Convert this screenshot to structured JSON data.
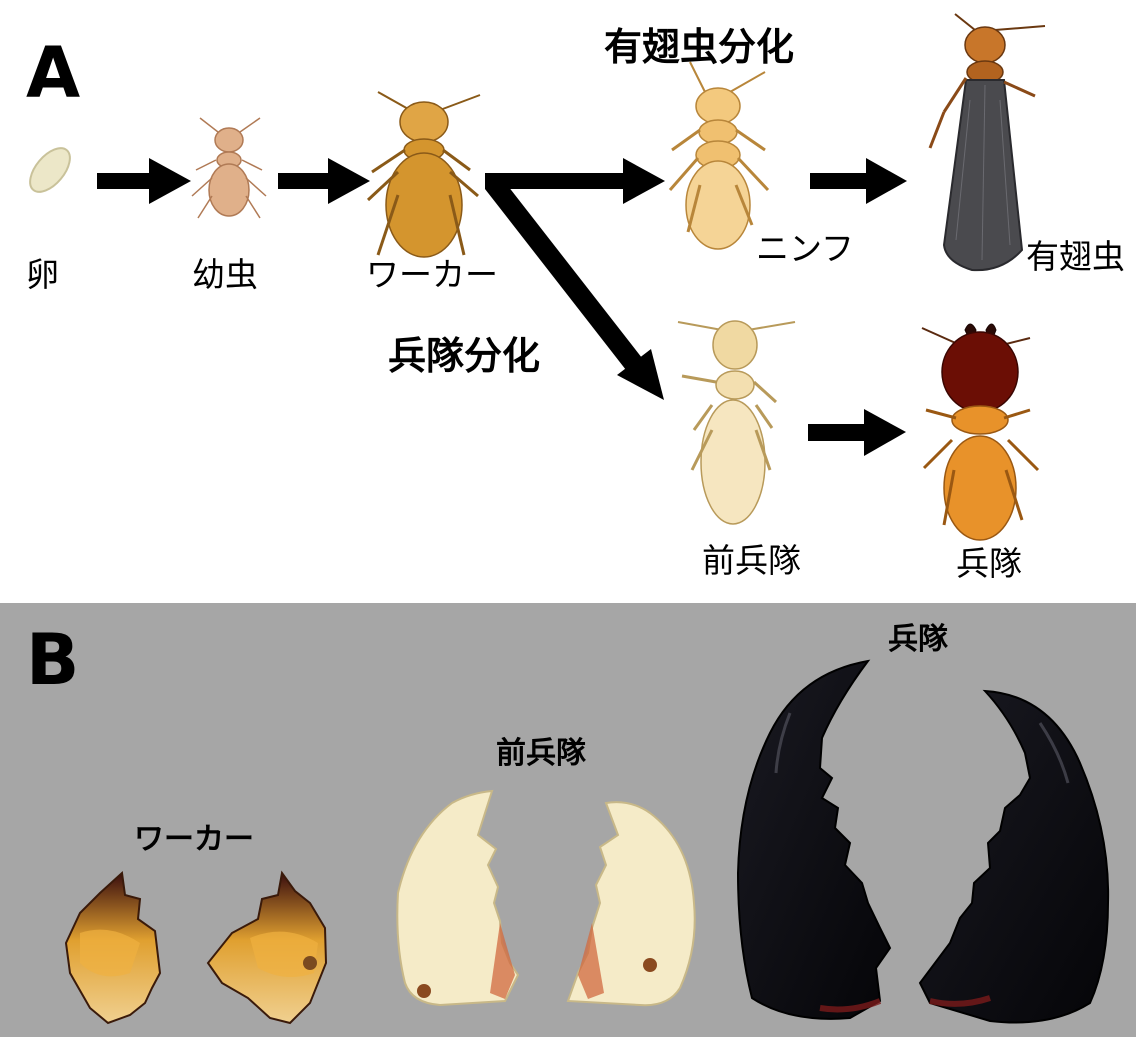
{
  "panel_a": {
    "letter": "A",
    "stages": {
      "egg": "卵",
      "larva": "幼虫",
      "worker": "ワーカー",
      "nymph": "ニンフ",
      "alate": "有翅虫",
      "presoldier": "前兵隊",
      "soldier": "兵隊"
    },
    "headings": {
      "alate_differentiation": "有翅虫分化",
      "soldier_differentiation": "兵隊分化"
    }
  },
  "panel_b": {
    "letter": "B",
    "labels": {
      "worker": "ワーカー",
      "presoldier": "前兵隊",
      "soldier": "兵隊"
    }
  },
  "colors": {
    "arrow": "#000000",
    "panel_b_background": "#a6a6a6",
    "worker_body": "#d4952e",
    "larva_body": "#e0b08a",
    "nymph_body": "#f0c070",
    "alate_wing": "#4a4a4e",
    "presoldier_body": "#f3dfb0",
    "soldier_head": "#6b0e05",
    "soldier_body": "#e8922a",
    "egg": "#ece7c8",
    "soldier_mandible": "#0d0d12",
    "presoldier_mandible": "#f5ebc8"
  }
}
